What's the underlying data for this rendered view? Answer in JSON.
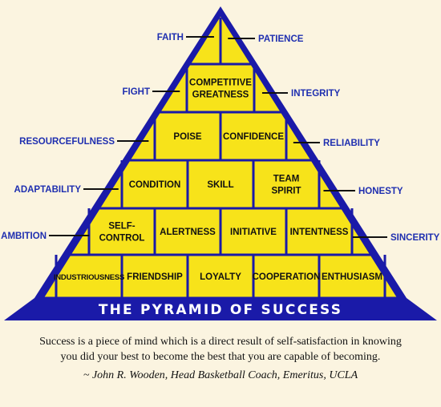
{
  "banner": "THE PYRAMID OF SUCCESS",
  "colors": {
    "block": "#f7e31a",
    "outline": "#1a1aa8",
    "side_text": "#1f2fb0",
    "banner_text": "#ffffff"
  },
  "tiers": [
    {
      "blocks": []
    },
    {
      "blocks": [
        [
          "COMPETITIVE",
          "GREATNESS"
        ]
      ]
    },
    {
      "blocks": [
        [
          "POISE"
        ],
        [
          "CONFIDENCE"
        ]
      ]
    },
    {
      "blocks": [
        [
          "CONDITION"
        ],
        [
          "SKILL"
        ],
        [
          "TEAM",
          "SPIRIT"
        ]
      ]
    },
    {
      "blocks": [
        [
          "SELF-",
          "CONTROL"
        ],
        [
          "ALERTNESS"
        ],
        [
          "INITIATIVE"
        ],
        [
          "INTENTNESS"
        ]
      ]
    },
    {
      "blocks": [
        [
          "INDUSTRIOUSNESS"
        ],
        [
          "FRIENDSHIP"
        ],
        [
          "LOYALTY"
        ],
        [
          "COOPERATION"
        ],
        [
          "ENTHUSIASM"
        ]
      ]
    }
  ],
  "left_labels": [
    "FAITH",
    "FIGHT",
    "RESOURCEFULNESS",
    "ADAPTABILITY",
    "AMBITION"
  ],
  "right_labels": [
    "PATIENCE",
    "INTEGRITY",
    "RELIABILITY",
    "HONESTY",
    "SINCERITY"
  ],
  "quote": {
    "line1": "Success is a piece of mind which is a direct result of self-satisfaction in knowing",
    "line2": "you did your best to become the best that you are capable of becoming.",
    "attribution": "~ John R. Wooden, Head Basketball Coach, Emeritus, UCLA"
  }
}
